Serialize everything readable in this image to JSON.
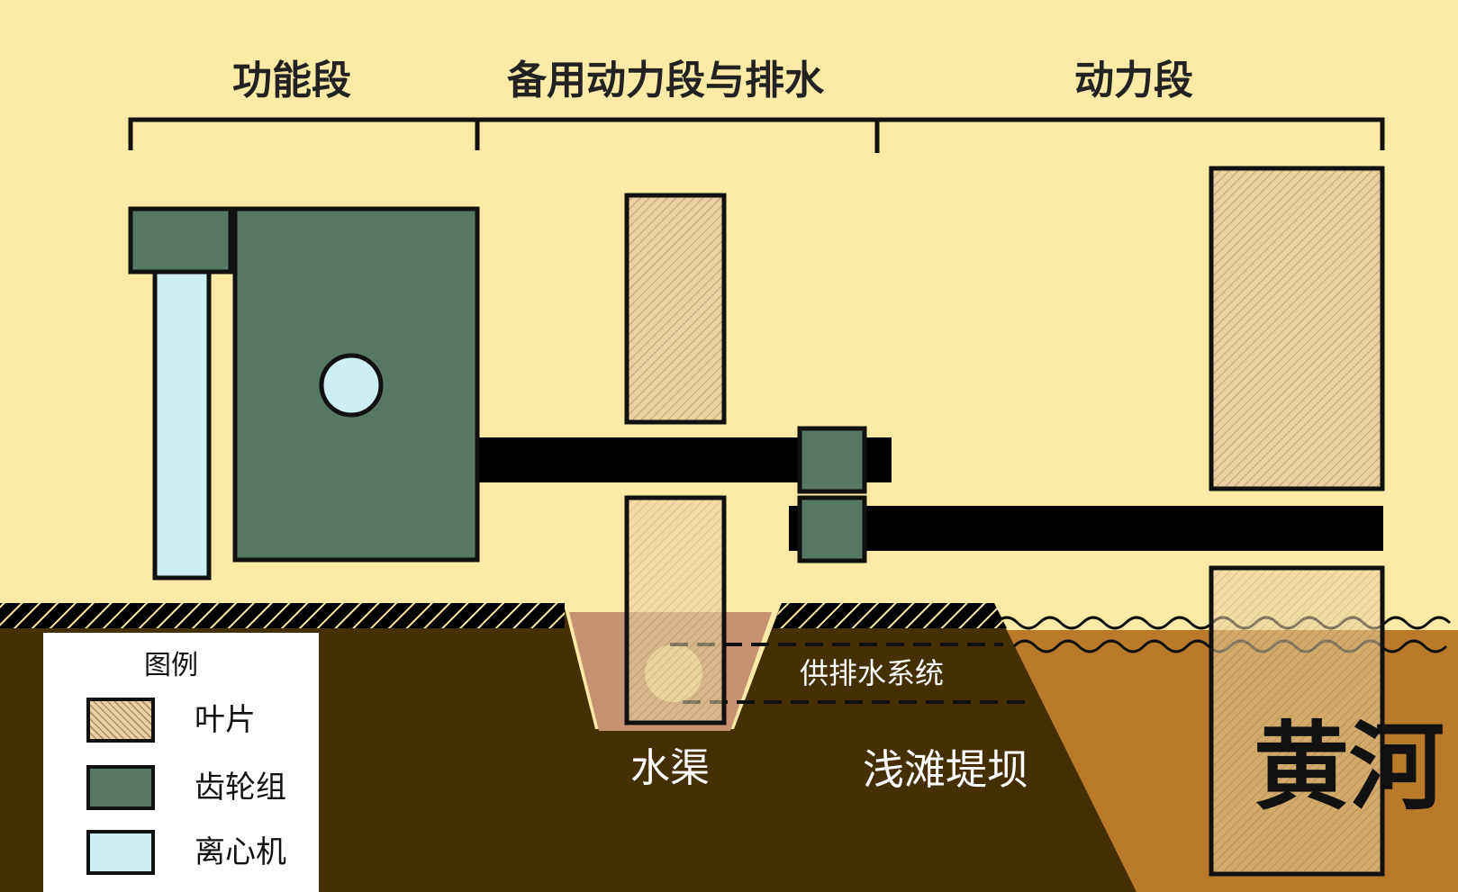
{
  "sections": {
    "functional": "功能段",
    "backup_power_drainage": "备用动力段与排水",
    "power": "动力段"
  },
  "labels": {
    "drainage_system": "供排水系统",
    "channel": "水渠",
    "shoal_dam": "浅滩堤坝",
    "river": "黄河"
  },
  "legend": {
    "title": "图例",
    "items": [
      {
        "label": "叶片",
        "icon": "hatched-swatch"
      },
      {
        "label": "齿轮组",
        "icon": "green-swatch"
      },
      {
        "label": "离心机",
        "icon": "lightblue-swatch"
      }
    ]
  },
  "colors": {
    "sky": "#fdeaa6",
    "ground": "#452f03",
    "river": "#b97a2a",
    "channel_water": "#c69272",
    "gear": "#587866",
    "centrifuge": "#cdeef2",
    "blade": "#e8cfa0",
    "shaft": "#000000"
  }
}
